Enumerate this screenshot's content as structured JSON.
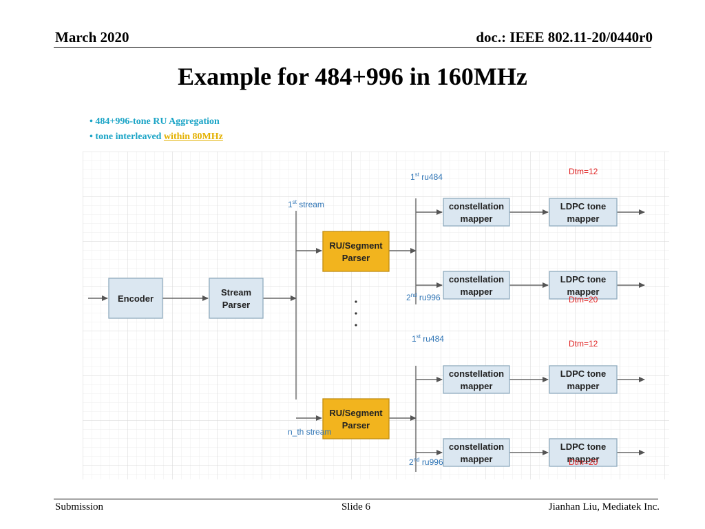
{
  "header": {
    "date": "March 2020",
    "doc_id": "doc.: IEEE 802.11-20/0440r0"
  },
  "title": "Example for 484+996 in 160MHz",
  "bullets": {
    "line1": "484+996-tone RU Aggregation",
    "line2_prefix": "tone interleaved",
    "line2_highlight": "within 80MHz"
  },
  "diagram": {
    "encoder": "Encoder",
    "stream_parser": [
      "Stream",
      "Parser"
    ],
    "ru_parser": [
      "RU/Segment",
      "Parser"
    ],
    "constellation": [
      "constellation",
      "mapper"
    ],
    "ldpc": [
      "LDPC tone",
      "mapper"
    ],
    "stream1_label": {
      "ord": "1",
      "sup": "st",
      "text": "stream"
    },
    "streamN_label": "n_th stream",
    "ru484_label": {
      "ord": "1",
      "sup": "st",
      "text": "ru484"
    },
    "ru996_label": {
      "ord": "2",
      "sup": "nd",
      "text": "ru996"
    },
    "dtm484": "Dtm=12",
    "dtm996": "Dtm=20",
    "colors": {
      "block_fill": "#dbe7f1",
      "block_stroke": "#8faabe",
      "parser_fill": "#f2b41e",
      "parser_stroke": "#c08c10",
      "label_blue": "#2e74b5",
      "dtm_red": "#e02020"
    }
  },
  "footer": {
    "left": "Submission",
    "center": "Slide 6",
    "right": "Jianhan Liu, Mediatek Inc."
  }
}
